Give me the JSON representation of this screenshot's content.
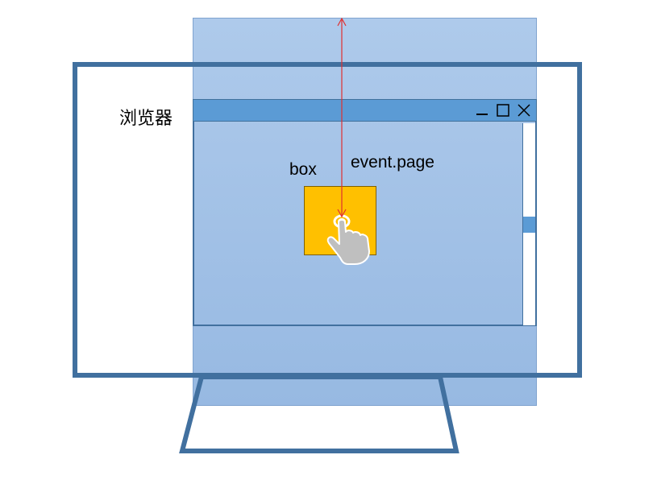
{
  "labels": {
    "browser": "浏览器",
    "box": "box",
    "event_page": "event.page"
  },
  "window_controls": {
    "minimize": "—",
    "maximize": "☐",
    "close": "✕"
  },
  "icons": {
    "hand": "hand-pointer-icon",
    "arrow": "double-arrow-icon"
  },
  "colors": {
    "page_area": "#9fbee5",
    "title_bar": "#5b9bd5",
    "monitor": "#41709f",
    "box": "#ffc000",
    "arrow": "#e03030",
    "hand": "#bfbfbf"
  }
}
